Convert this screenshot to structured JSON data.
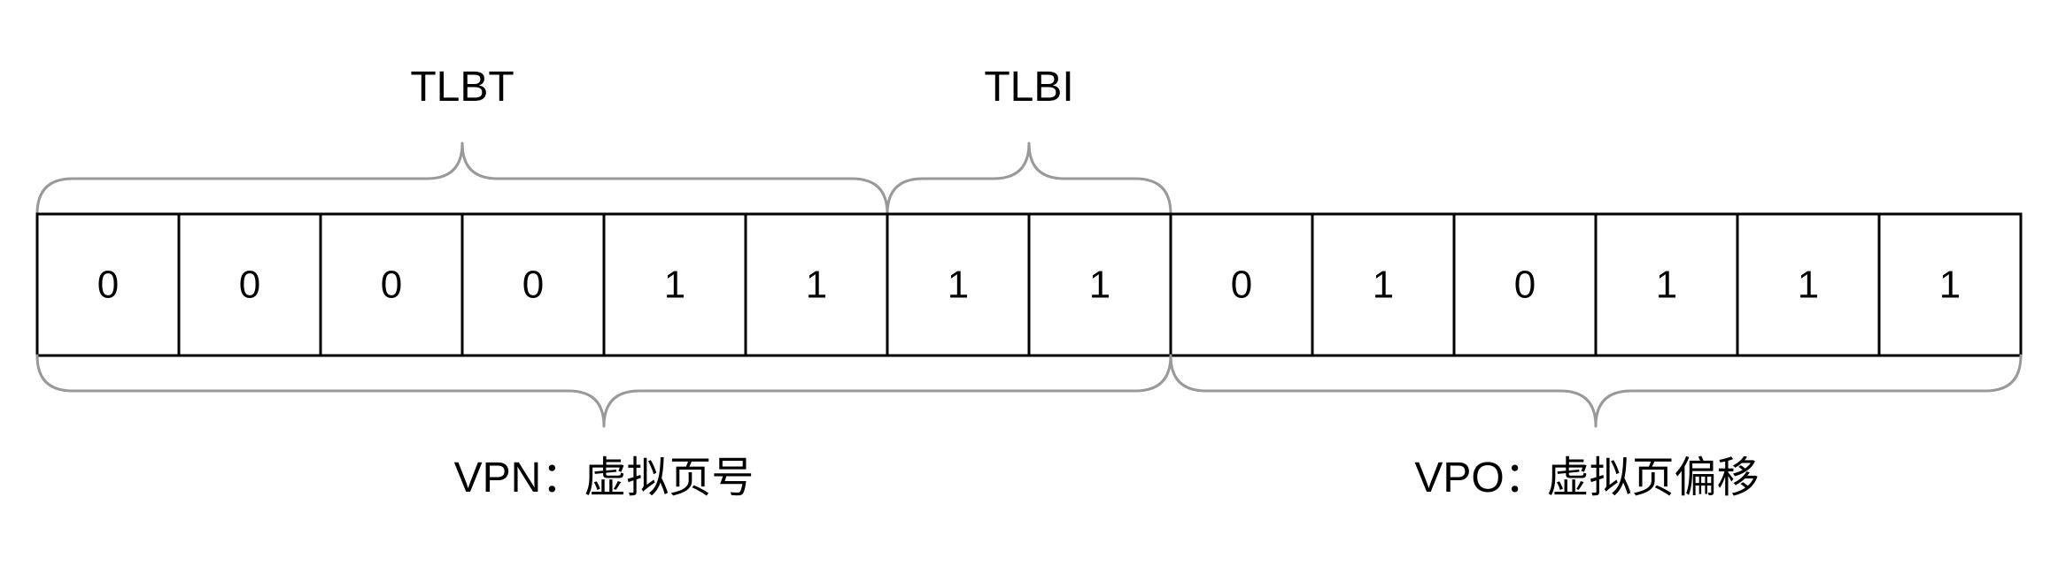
{
  "bits": [
    "0",
    "0",
    "0",
    "0",
    "1",
    "1",
    "1",
    "1",
    "0",
    "1",
    "0",
    "1",
    "1",
    "1"
  ],
  "labels": {
    "tlbt": "TLBT",
    "tlbi": "TLBI",
    "vpn": "VPN：虚拟页号",
    "vpo": "VPO：虚拟页偏移"
  },
  "colors": {
    "border": "#000000",
    "brace": "#999999",
    "text": "#000000"
  }
}
